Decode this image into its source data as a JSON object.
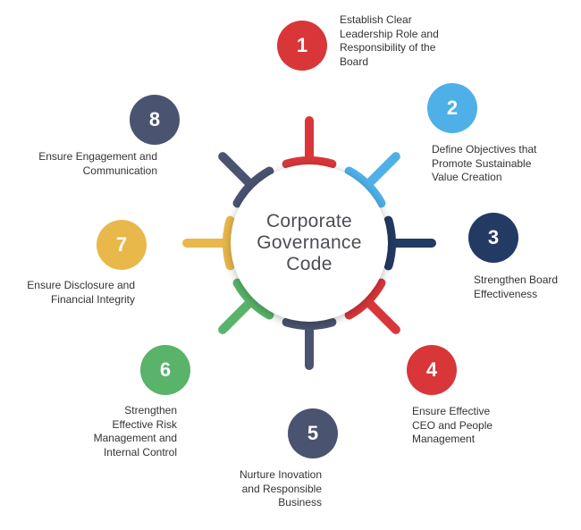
{
  "hub": {
    "lines": [
      "Corporate",
      "Governance",
      "Code"
    ]
  },
  "colors": {
    "red": "#d9363a",
    "light_blue": "#4fb0e8",
    "navy": "#233a63",
    "slate": "#4a5470",
    "yellow": "#e8b84a",
    "green": "#59b36a",
    "hub_text": "#4d4d55",
    "label_text": "#333333"
  },
  "steps": [
    {
      "number": "1",
      "color": "red",
      "label_lines": [
        "Establish Clear",
        "Leadership Role and",
        "Responsibility of the",
        "Board"
      ]
    },
    {
      "number": "2",
      "color": "light_blue",
      "label_lines": [
        "Define Objectives that",
        "Promote Sustainable",
        "Value Creation"
      ]
    },
    {
      "number": "3",
      "color": "navy",
      "label_lines": [
        "Strengthen Board",
        "Effectiveness"
      ]
    },
    {
      "number": "4",
      "color": "red",
      "label_lines": [
        "Ensure Effective",
        "CEO and People",
        "Management"
      ]
    },
    {
      "number": "5",
      "color": "slate",
      "label_lines": [
        "Nurture Inovation",
        "and Responsible",
        "Business"
      ]
    },
    {
      "number": "6",
      "color": "green",
      "label_lines": [
        "Strengthen",
        "Effective Risk",
        "Management and",
        "Internal Control"
      ]
    },
    {
      "number": "7",
      "color": "yellow",
      "label_lines": [
        "Ensure Disclosure and",
        "Financial Integrity"
      ]
    },
    {
      "number": "8",
      "color": "slate",
      "label_lines": [
        "Ensure Engagement and",
        "Communication"
      ]
    }
  ]
}
